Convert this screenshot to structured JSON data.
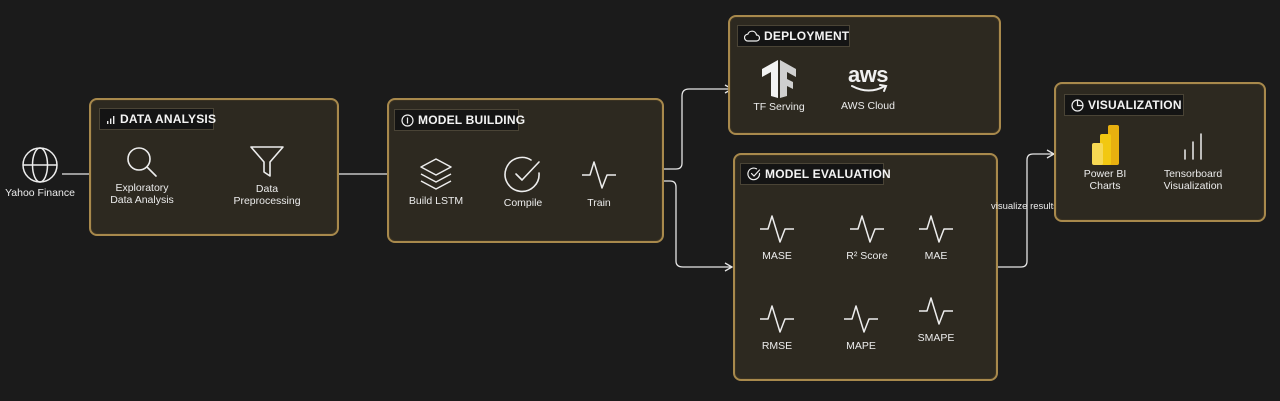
{
  "source": {
    "label": "Yahoo Finance",
    "icon": "globe-icon"
  },
  "data_analysis": {
    "title": "DATA ANALYSIS",
    "title_icon": "bar-chart-icon",
    "nodes": [
      {
        "label": "Exploratory Data Analysis",
        "icon": "search-icon"
      },
      {
        "label": "Data Preprocessing",
        "icon": "funnel-icon"
      }
    ]
  },
  "model_building": {
    "title": "MODEL BUILDING",
    "title_icon": "info-circle-icon",
    "nodes": [
      {
        "label": "Build LSTM",
        "icon": "layers-icon"
      },
      {
        "label": "Compile",
        "icon": "check-circle-icon"
      },
      {
        "label": "Train",
        "icon": "pulse-icon"
      }
    ]
  },
  "deployment": {
    "title": "DEPLOYMENT",
    "title_icon": "cloud-icon",
    "nodes": [
      {
        "label": "TF Serving",
        "icon": "tensorflow-logo-icon"
      },
      {
        "label": "AWS Cloud",
        "icon": "aws-logo-icon",
        "logo_text": "aws"
      }
    ]
  },
  "model_evaluation": {
    "title": "MODEL EVALUATION",
    "title_icon": "check-circle-icon",
    "metrics": [
      "MASE",
      "R² Score",
      "MAE",
      "RMSE",
      "MAPE",
      "SMAPE"
    ]
  },
  "visualization": {
    "title": "VISUALIZATION",
    "title_icon": "pie-chart-icon",
    "nodes": [
      {
        "label": "Power BI Charts",
        "icon": "power-bi-logo-icon"
      },
      {
        "label": "Tensorboard Visualization",
        "icon": "bar-chart-icon"
      }
    ]
  },
  "edge_label": "visualize results",
  "colors": {
    "background": "#1b1b1b",
    "box_fill": "#2d2920",
    "box_border": "#a8894c",
    "title_fill": "#141414",
    "line": "#e6e6e6",
    "power_bi": "#f2c811"
  }
}
